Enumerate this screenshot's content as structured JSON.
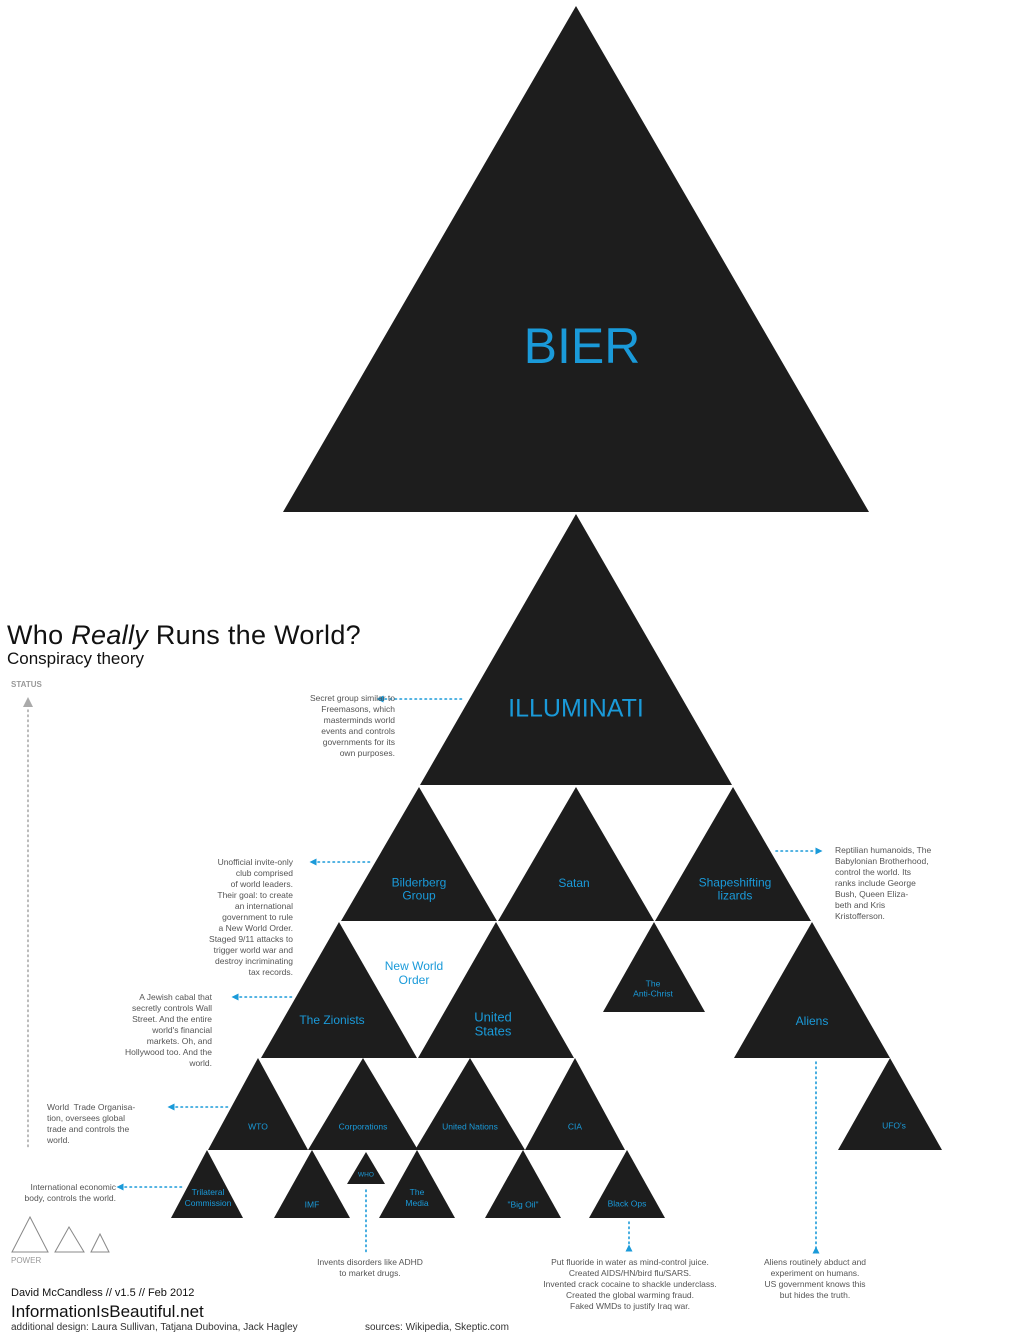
{
  "title": {
    "pre": "Who ",
    "emph": "Really",
    "post": " Runs the World?"
  },
  "subtitle": "Conspiracy theory",
  "axes": {
    "status": "STATUS",
    "power": "POWER"
  },
  "colors": {
    "triangle": "#1d1d1d",
    "label": "#1a9ad9",
    "dots": "#1a9ad9",
    "axis": "#aaaaaa",
    "note": "#555555"
  },
  "nodes": {
    "bier": "BIER",
    "illuminati": "ILLUMINATI",
    "bilderberg": "Bilderberg\nGroup",
    "satan": "Satan",
    "lizards": "Shapeshifting\nlizards",
    "zionists": "The Zionists",
    "us": "United\nStates",
    "antichrist": "The\nAnti-Christ",
    "aliens": "Aliens",
    "wto": "WTO",
    "corporations": "Corporations",
    "un": "United Nations",
    "cia": "CIA",
    "ufos": "UFO's",
    "trilateral": "Trilateral\nCommission",
    "imf": "IMF",
    "who": "WHO",
    "media": "The\nMedia",
    "bigoil": "\"Big Oil\"",
    "blackops": "Black Ops",
    "nwo": "New World\nOrder"
  },
  "notes": {
    "illuminati": "Secret group similar to\nFreemasons, which\nmasterminds world\nevents and controls\ngovernments for its\nown purposes.",
    "bilderberg": "Unofficial invite-only\nclub comprised\nof world leaders.\nTheir goal: to create\nan international\ngovernment to rule\na New World Order.\nStaged 9/11 attacks to\ntrigger world war and\ndestroy incriminating\ntax records.",
    "zionists": "A Jewish cabal that\nsecretly controls Wall\nStreet. And the entire\nworld's financial\nmarkets. Oh, and\nHollywood too. And the\nworld.",
    "wto": "World  Trade Organisa-\ntion, oversees global\ntrade and controls the\nworld.",
    "trilateral": "International economic\nbody, controls the world.",
    "lizards": "Reptilian humanoids, The\nBabylonian Brotherhood,\ncontrol the world. Its\nranks include George\nBush, Queen Eliza-\nbeth and Kris\nKristofferson.",
    "who": "Invents disorders like ADHD\nto market drugs.",
    "blackops": "Put fluoride in water as mind-control juice.\nCreated AIDS/HN/bird flu/SARS.\nInvented crack cocaine to shackle underclass.\nCreated the global warming fraud.\nFaked WMDs to justify Iraq war.",
    "aliens": "Aliens routinely abduct and\nexperiment on humans.\nUS government knows this\nbut hides the truth."
  },
  "credits": {
    "author": "David McCandless // v1.5 // Feb 2012",
    "site": "InformationIsBeautiful.net",
    "design": "additional design: Laura Sullivan, Tatjana Dubovina, Jack Hagley",
    "sources": "sources: Wikipedia, Skeptic.com"
  }
}
